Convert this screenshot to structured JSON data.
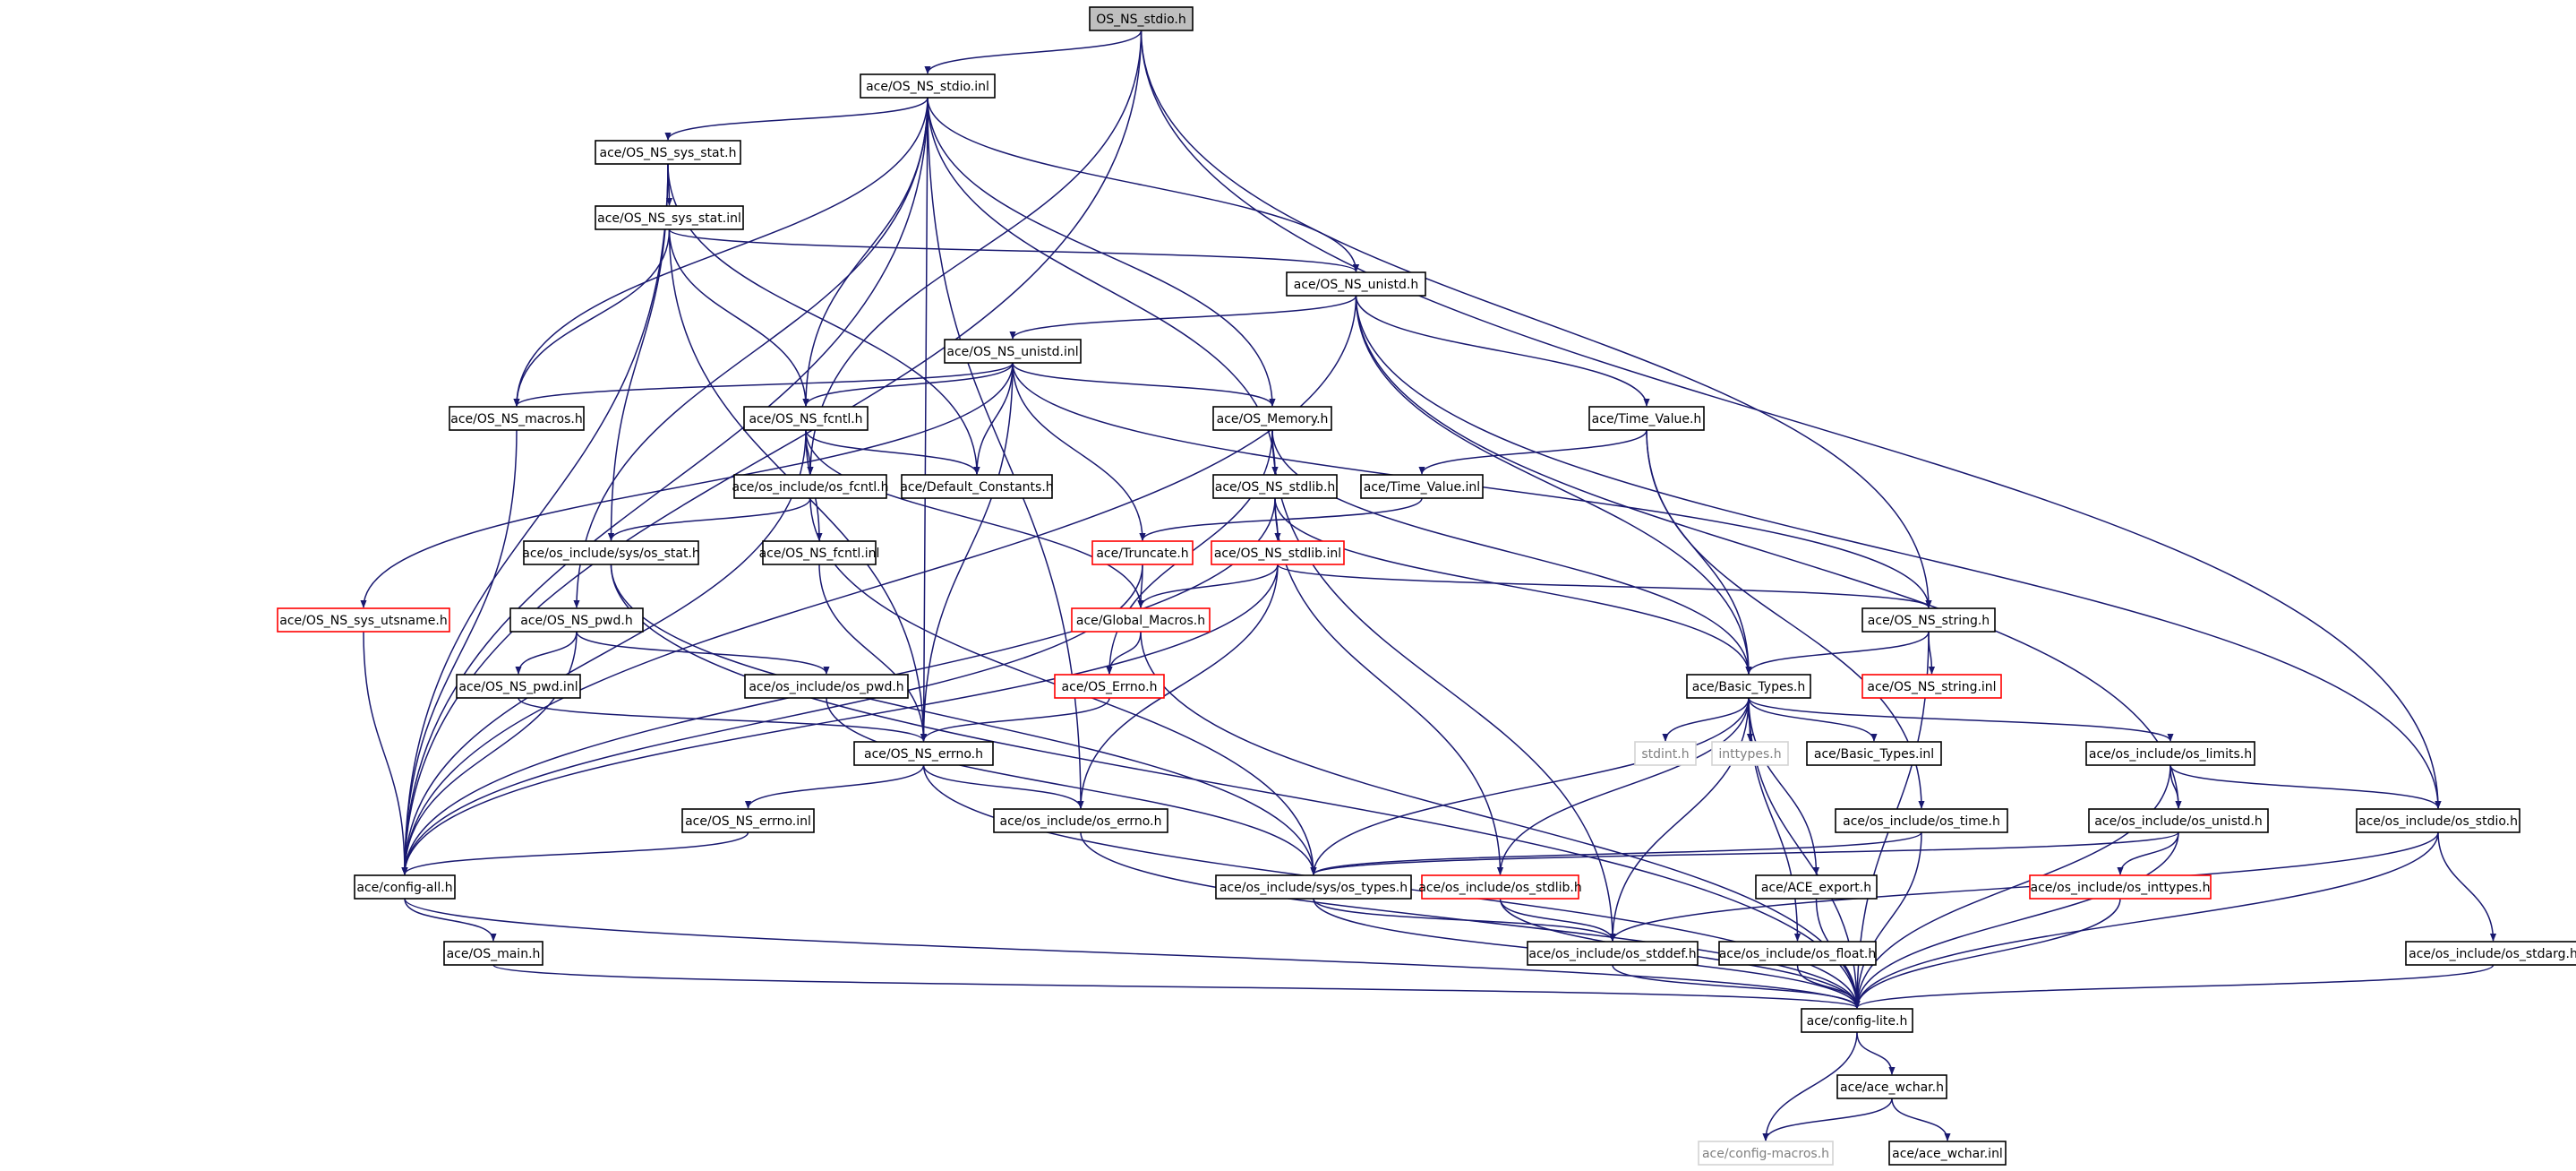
{
  "colors": {
    "edge": "#191970",
    "box_border": "#000000",
    "box_fill": "#ffffff",
    "root_fill": "#bfbfbf",
    "missing_border": "#ff0000",
    "external_border": "#d3d3d3",
    "external_text": "#808080",
    "text": "#000000"
  },
  "nodes": [
    {
      "id": "root",
      "label": "OS_NS_stdio.h",
      "kind": "root"
    },
    {
      "id": "stdio_inl",
      "label": "ace/OS_NS_stdio.inl",
      "kind": "normal"
    },
    {
      "id": "sys_stat_h",
      "label": "ace/OS_NS_sys_stat.h",
      "kind": "normal"
    },
    {
      "id": "sys_stat_inl",
      "label": "ace/OS_NS_sys_stat.inl",
      "kind": "normal"
    },
    {
      "id": "unistd_h",
      "label": "ace/OS_NS_unistd.h",
      "kind": "normal"
    },
    {
      "id": "unistd_inl",
      "label": "ace/OS_NS_unistd.inl",
      "kind": "normal"
    },
    {
      "id": "macros_h",
      "label": "ace/OS_NS_macros.h",
      "kind": "normal"
    },
    {
      "id": "fcntl_h",
      "label": "ace/OS_NS_fcntl.h",
      "kind": "normal"
    },
    {
      "id": "memory_h",
      "label": "ace/OS_Memory.h",
      "kind": "normal"
    },
    {
      "id": "time_value_h",
      "label": "ace/Time_Value.h",
      "kind": "normal"
    },
    {
      "id": "os_fcntl_h",
      "label": "ace/os_include/os_fcntl.h",
      "kind": "normal"
    },
    {
      "id": "default_const",
      "label": "ace/Default_Constants.h",
      "kind": "normal"
    },
    {
      "id": "stdlib_h",
      "label": "ace/OS_NS_stdlib.h",
      "kind": "normal"
    },
    {
      "id": "time_value_inl",
      "label": "ace/Time_Value.inl",
      "kind": "normal"
    },
    {
      "id": "sys_os_stat",
      "label": "ace/os_include/sys/os_stat.h",
      "kind": "normal"
    },
    {
      "id": "fcntl_inl",
      "label": "ace/OS_NS_fcntl.inl",
      "kind": "normal"
    },
    {
      "id": "truncate_h",
      "label": "ace/Truncate.h",
      "kind": "missing"
    },
    {
      "id": "stdlib_inl",
      "label": "ace/OS_NS_stdlib.inl",
      "kind": "missing"
    },
    {
      "id": "utsname_h",
      "label": "ace/OS_NS_sys_utsname.h",
      "kind": "missing"
    },
    {
      "id": "pwd_h",
      "label": "ace/OS_NS_pwd.h",
      "kind": "normal"
    },
    {
      "id": "global_macros",
      "label": "ace/Global_Macros.h",
      "kind": "missing"
    },
    {
      "id": "string_h",
      "label": "ace/OS_NS_string.h",
      "kind": "normal"
    },
    {
      "id": "pwd_inl",
      "label": "ace/OS_NS_pwd.inl",
      "kind": "normal"
    },
    {
      "id": "os_pwd_h",
      "label": "ace/os_include/os_pwd.h",
      "kind": "normal"
    },
    {
      "id": "os_errno_cap",
      "label": "ace/OS_Errno.h",
      "kind": "missing"
    },
    {
      "id": "basic_types_h",
      "label": "ace/Basic_Types.h",
      "kind": "normal"
    },
    {
      "id": "string_inl",
      "label": "ace/OS_NS_string.inl",
      "kind": "missing"
    },
    {
      "id": "errno_h",
      "label": "ace/OS_NS_errno.h",
      "kind": "normal"
    },
    {
      "id": "stdint_h",
      "label": "stdint.h",
      "kind": "external"
    },
    {
      "id": "inttypes_h",
      "label": "inttypes.h",
      "kind": "external"
    },
    {
      "id": "basic_types_inl",
      "label": "ace/Basic_Types.inl",
      "kind": "normal"
    },
    {
      "id": "os_limits_h",
      "label": "ace/os_include/os_limits.h",
      "kind": "normal"
    },
    {
      "id": "errno_inl",
      "label": "ace/OS_NS_errno.inl",
      "kind": "normal"
    },
    {
      "id": "os_errno_h",
      "label": "ace/os_include/os_errno.h",
      "kind": "normal"
    },
    {
      "id": "os_time_h",
      "label": "ace/os_include/os_time.h",
      "kind": "normal"
    },
    {
      "id": "os_unistd_h",
      "label": "ace/os_include/os_unistd.h",
      "kind": "normal"
    },
    {
      "id": "os_stdio_h",
      "label": "ace/os_include/os_stdio.h",
      "kind": "normal"
    },
    {
      "id": "config_all",
      "label": "ace/config-all.h",
      "kind": "normal"
    },
    {
      "id": "sys_os_types",
      "label": "ace/os_include/sys/os_types.h",
      "kind": "normal"
    },
    {
      "id": "os_stdlib_h",
      "label": "ace/os_include/os_stdlib.h",
      "kind": "missing"
    },
    {
      "id": "ace_export",
      "label": "ace/ACE_export.h",
      "kind": "normal"
    },
    {
      "id": "os_inttypes_h",
      "label": "ace/os_include/os_inttypes.h",
      "kind": "missing"
    },
    {
      "id": "os_main",
      "label": "ace/OS_main.h",
      "kind": "normal"
    },
    {
      "id": "os_stddef_h",
      "label": "ace/os_include/os_stddef.h",
      "kind": "normal"
    },
    {
      "id": "os_float_h",
      "label": "ace/os_include/os_float.h",
      "kind": "normal"
    },
    {
      "id": "os_stdarg_h",
      "label": "ace/os_include/os_stdarg.h",
      "kind": "normal"
    },
    {
      "id": "config_lite",
      "label": "ace/config-lite.h",
      "kind": "normal"
    },
    {
      "id": "ace_wchar_h",
      "label": "ace/ace_wchar.h",
      "kind": "normal"
    },
    {
      "id": "config_macros",
      "label": "ace/config-macros.h",
      "kind": "external"
    },
    {
      "id": "ace_wchar_inl",
      "label": "ace/ace_wchar.inl",
      "kind": "normal"
    }
  ],
  "edges": [
    [
      "root",
      "stdio_inl"
    ],
    [
      "root",
      "config_all"
    ],
    [
      "root",
      "os_fcntl_h"
    ],
    [
      "root",
      "string_h"
    ],
    [
      "root",
      "os_stdio_h"
    ],
    [
      "stdio_inl",
      "sys_stat_h"
    ],
    [
      "stdio_inl",
      "macros_h"
    ],
    [
      "stdio_inl",
      "fcntl_h"
    ],
    [
      "stdio_inl",
      "unistd_h"
    ],
    [
      "stdio_inl",
      "memory_h"
    ],
    [
      "stdio_inl",
      "stdlib_h"
    ],
    [
      "stdio_inl",
      "pwd_h"
    ],
    [
      "stdio_inl",
      "errno_h"
    ],
    [
      "stdio_inl",
      "config_all"
    ],
    [
      "stdio_inl",
      "os_errno_h"
    ],
    [
      "sys_stat_h",
      "sys_stat_inl"
    ],
    [
      "sys_stat_h",
      "config_all"
    ],
    [
      "sys_stat_h",
      "sys_os_stat"
    ],
    [
      "sys_stat_h",
      "default_const"
    ],
    [
      "sys_stat_inl",
      "macros_h"
    ],
    [
      "sys_stat_inl",
      "fcntl_h"
    ],
    [
      "sys_stat_inl",
      "errno_h"
    ],
    [
      "sys_stat_inl",
      "unistd_h"
    ],
    [
      "unistd_h",
      "unistd_inl"
    ],
    [
      "unistd_h",
      "time_value_h"
    ],
    [
      "unistd_h",
      "basic_types_h"
    ],
    [
      "unistd_h",
      "os_unistd_h"
    ],
    [
      "unistd_h",
      "os_stdio_h"
    ],
    [
      "unistd_h",
      "config_all"
    ],
    [
      "unistd_inl",
      "macros_h"
    ],
    [
      "unistd_inl",
      "fcntl_h"
    ],
    [
      "unistd_inl",
      "default_const"
    ],
    [
      "unistd_inl",
      "memory_h"
    ],
    [
      "unistd_inl",
      "truncate_h"
    ],
    [
      "unistd_inl",
      "utsname_h"
    ],
    [
      "unistd_inl",
      "string_h"
    ],
    [
      "unistd_inl",
      "errno_h"
    ],
    [
      "macros_h",
      "config_all"
    ],
    [
      "fcntl_h",
      "os_fcntl_h"
    ],
    [
      "fcntl_h",
      "default_const"
    ],
    [
      "fcntl_h",
      "fcntl_inl"
    ],
    [
      "fcntl_h",
      "global_macros"
    ],
    [
      "fcntl_h",
      "config_all"
    ],
    [
      "memory_h",
      "stdlib_h"
    ],
    [
      "memory_h",
      "os_errno_cap"
    ],
    [
      "memory_h",
      "basic_types_h"
    ],
    [
      "memory_h",
      "os_stddef_h"
    ],
    [
      "time_value_h",
      "time_value_inl"
    ],
    [
      "time_value_h",
      "basic_types_h"
    ],
    [
      "time_value_h",
      "os_time_h"
    ],
    [
      "os_fcntl_h",
      "sys_os_stat"
    ],
    [
      "os_fcntl_h",
      "sys_os_types"
    ],
    [
      "stdlib_h",
      "stdlib_inl"
    ],
    [
      "stdlib_h",
      "basic_types_h"
    ],
    [
      "stdlib_h",
      "os_stdlib_h"
    ],
    [
      "stdlib_h",
      "config_all"
    ],
    [
      "time_value_inl",
      "truncate_h"
    ],
    [
      "sys_os_stat",
      "sys_os_types"
    ],
    [
      "sys_os_stat",
      "config_lite"
    ],
    [
      "fcntl_inl",
      "errno_h"
    ],
    [
      "truncate_h",
      "global_macros"
    ],
    [
      "truncate_h",
      "config_all"
    ],
    [
      "stdlib_inl",
      "global_macros"
    ],
    [
      "stdlib_inl",
      "string_h"
    ],
    [
      "stdlib_inl",
      "config_all"
    ],
    [
      "stdlib_inl",
      "os_errno_h"
    ],
    [
      "utsname_h",
      "config_all"
    ],
    [
      "pwd_h",
      "pwd_inl"
    ],
    [
      "pwd_h",
      "os_pwd_h"
    ],
    [
      "pwd_h",
      "config_all"
    ],
    [
      "global_macros",
      "os_errno_cap"
    ],
    [
      "global_macros",
      "config_lite"
    ],
    [
      "string_h",
      "basic_types_h"
    ],
    [
      "string_h",
      "string_inl"
    ],
    [
      "string_h",
      "config_lite"
    ],
    [
      "pwd_inl",
      "errno_h"
    ],
    [
      "os_pwd_h",
      "sys_os_types"
    ],
    [
      "os_errno_cap",
      "errno_h"
    ],
    [
      "basic_types_h",
      "stdint_h"
    ],
    [
      "basic_types_h",
      "inttypes_h"
    ],
    [
      "basic_types_h",
      "basic_types_inl"
    ],
    [
      "basic_types_h",
      "os_limits_h"
    ],
    [
      "basic_types_h",
      "sys_os_types"
    ],
    [
      "basic_types_h",
      "os_stdlib_h"
    ],
    [
      "basic_types_h",
      "os_stddef_h"
    ],
    [
      "basic_types_h",
      "ace_export"
    ],
    [
      "basic_types_h",
      "os_float_h"
    ],
    [
      "basic_types_h",
      "config_lite"
    ],
    [
      "errno_h",
      "errno_inl"
    ],
    [
      "errno_h",
      "os_errno_h"
    ],
    [
      "errno_h",
      "config_lite"
    ],
    [
      "os_limits_h",
      "os_unistd_h"
    ],
    [
      "os_limits_h",
      "os_stdio_h"
    ],
    [
      "os_limits_h",
      "config_lite"
    ],
    [
      "errno_inl",
      "config_all"
    ],
    [
      "os_errno_h",
      "config_lite"
    ],
    [
      "os_time_h",
      "sys_os_types"
    ],
    [
      "os_time_h",
      "config_lite"
    ],
    [
      "os_unistd_h",
      "sys_os_types"
    ],
    [
      "os_unistd_h",
      "os_inttypes_h"
    ],
    [
      "os_unistd_h",
      "config_lite"
    ],
    [
      "os_stdio_h",
      "os_stddef_h"
    ],
    [
      "os_stdio_h",
      "os_stdarg_h"
    ],
    [
      "os_stdio_h",
      "config_lite"
    ],
    [
      "config_all",
      "os_main"
    ],
    [
      "config_all",
      "config_lite"
    ],
    [
      "sys_os_types",
      "os_stddef_h"
    ],
    [
      "sys_os_types",
      "config_lite"
    ],
    [
      "os_stdlib_h",
      "os_stddef_h"
    ],
    [
      "os_stdlib_h",
      "config_lite"
    ],
    [
      "ace_export",
      "config_lite"
    ],
    [
      "os_inttypes_h",
      "config_lite"
    ],
    [
      "os_main",
      "config_lite"
    ],
    [
      "os_stddef_h",
      "config_lite"
    ],
    [
      "os_float_h",
      "config_lite"
    ],
    [
      "os_stdarg_h",
      "config_lite"
    ],
    [
      "config_lite",
      "ace_wchar_h"
    ],
    [
      "config_lite",
      "config_macros"
    ],
    [
      "ace_wchar_h",
      "config_macros"
    ],
    [
      "ace_wchar_h",
      "ace_wchar_inl"
    ]
  ]
}
